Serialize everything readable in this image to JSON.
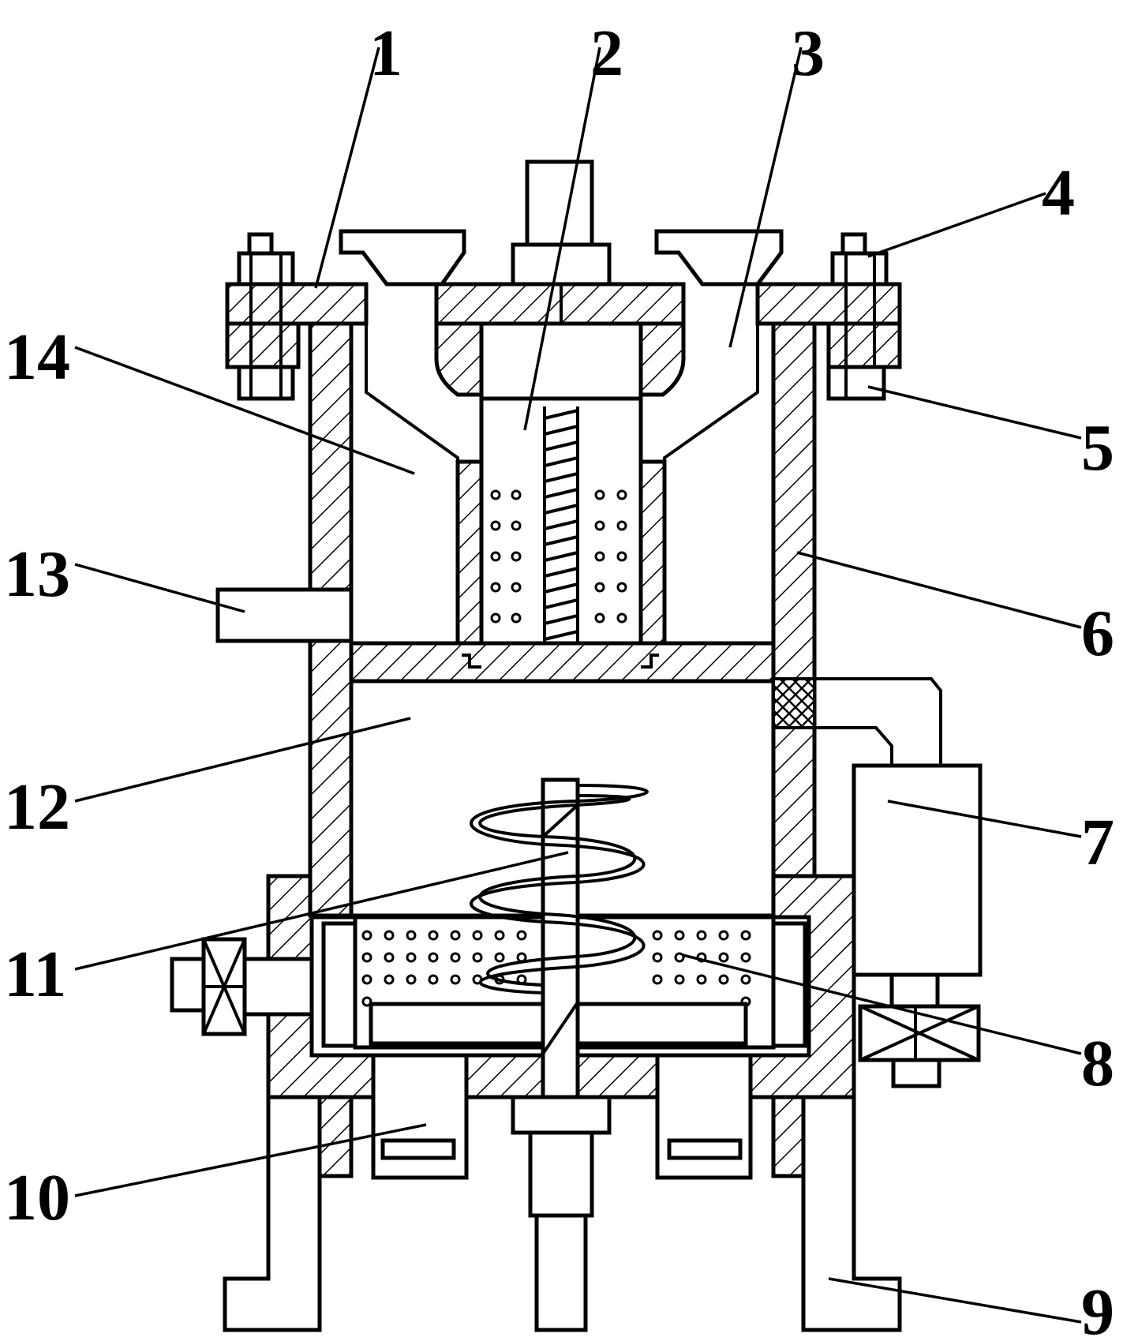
{
  "diagram": {
    "labels": [
      {
        "id": "label-1",
        "text": "1"
      },
      {
        "id": "label-2",
        "text": "2"
      },
      {
        "id": "label-3",
        "text": "3"
      },
      {
        "id": "label-4",
        "text": "4"
      },
      {
        "id": "label-5",
        "text": "5"
      },
      {
        "id": "label-6",
        "text": "6"
      },
      {
        "id": "label-7",
        "text": "7"
      },
      {
        "id": "label-8",
        "text": "8"
      },
      {
        "id": "label-9",
        "text": "9"
      },
      {
        "id": "label-10",
        "text": "10"
      },
      {
        "id": "label-11",
        "text": "11"
      },
      {
        "id": "label-12",
        "text": "12"
      },
      {
        "id": "label-13",
        "text": "13"
      },
      {
        "id": "label-14",
        "text": "14"
      }
    ]
  },
  "colors": {
    "line": "#000000",
    "background": "#ffffff"
  }
}
